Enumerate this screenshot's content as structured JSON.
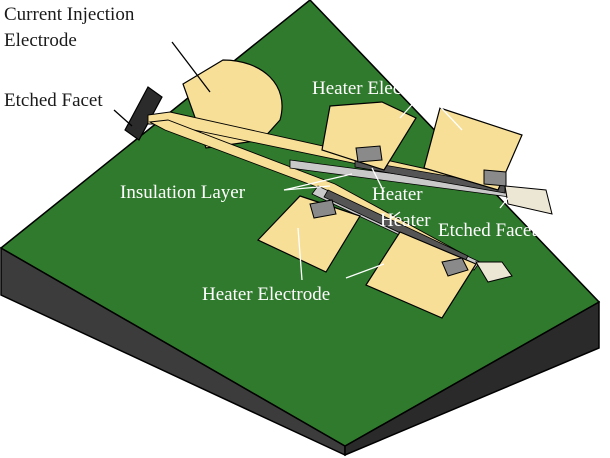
{
  "labels": {
    "current_injection_line1": "Current Injection",
    "current_injection_line2": "Electrode",
    "etched_facet_left": "Etched Facet",
    "heater_electrode_top": "Heater Electrode",
    "insulation_layer": "Insulation  Layer",
    "heater": "Heater",
    "heater_lower": "Heater",
    "etched_facet_right": "Etched Facet",
    "heater_electrode_bottom": "Heater Electrode"
  },
  "colors": {
    "chip_top": "#2f7a2c",
    "chip_left": "#3c3c3c",
    "chip_right": "#2a2a2a",
    "electrode_pad": "#f7df98",
    "contact_pad": "#8a8a8a",
    "heater_strip": "#555555",
    "facet_light": "#ece6d4",
    "outline": "#000000"
  }
}
